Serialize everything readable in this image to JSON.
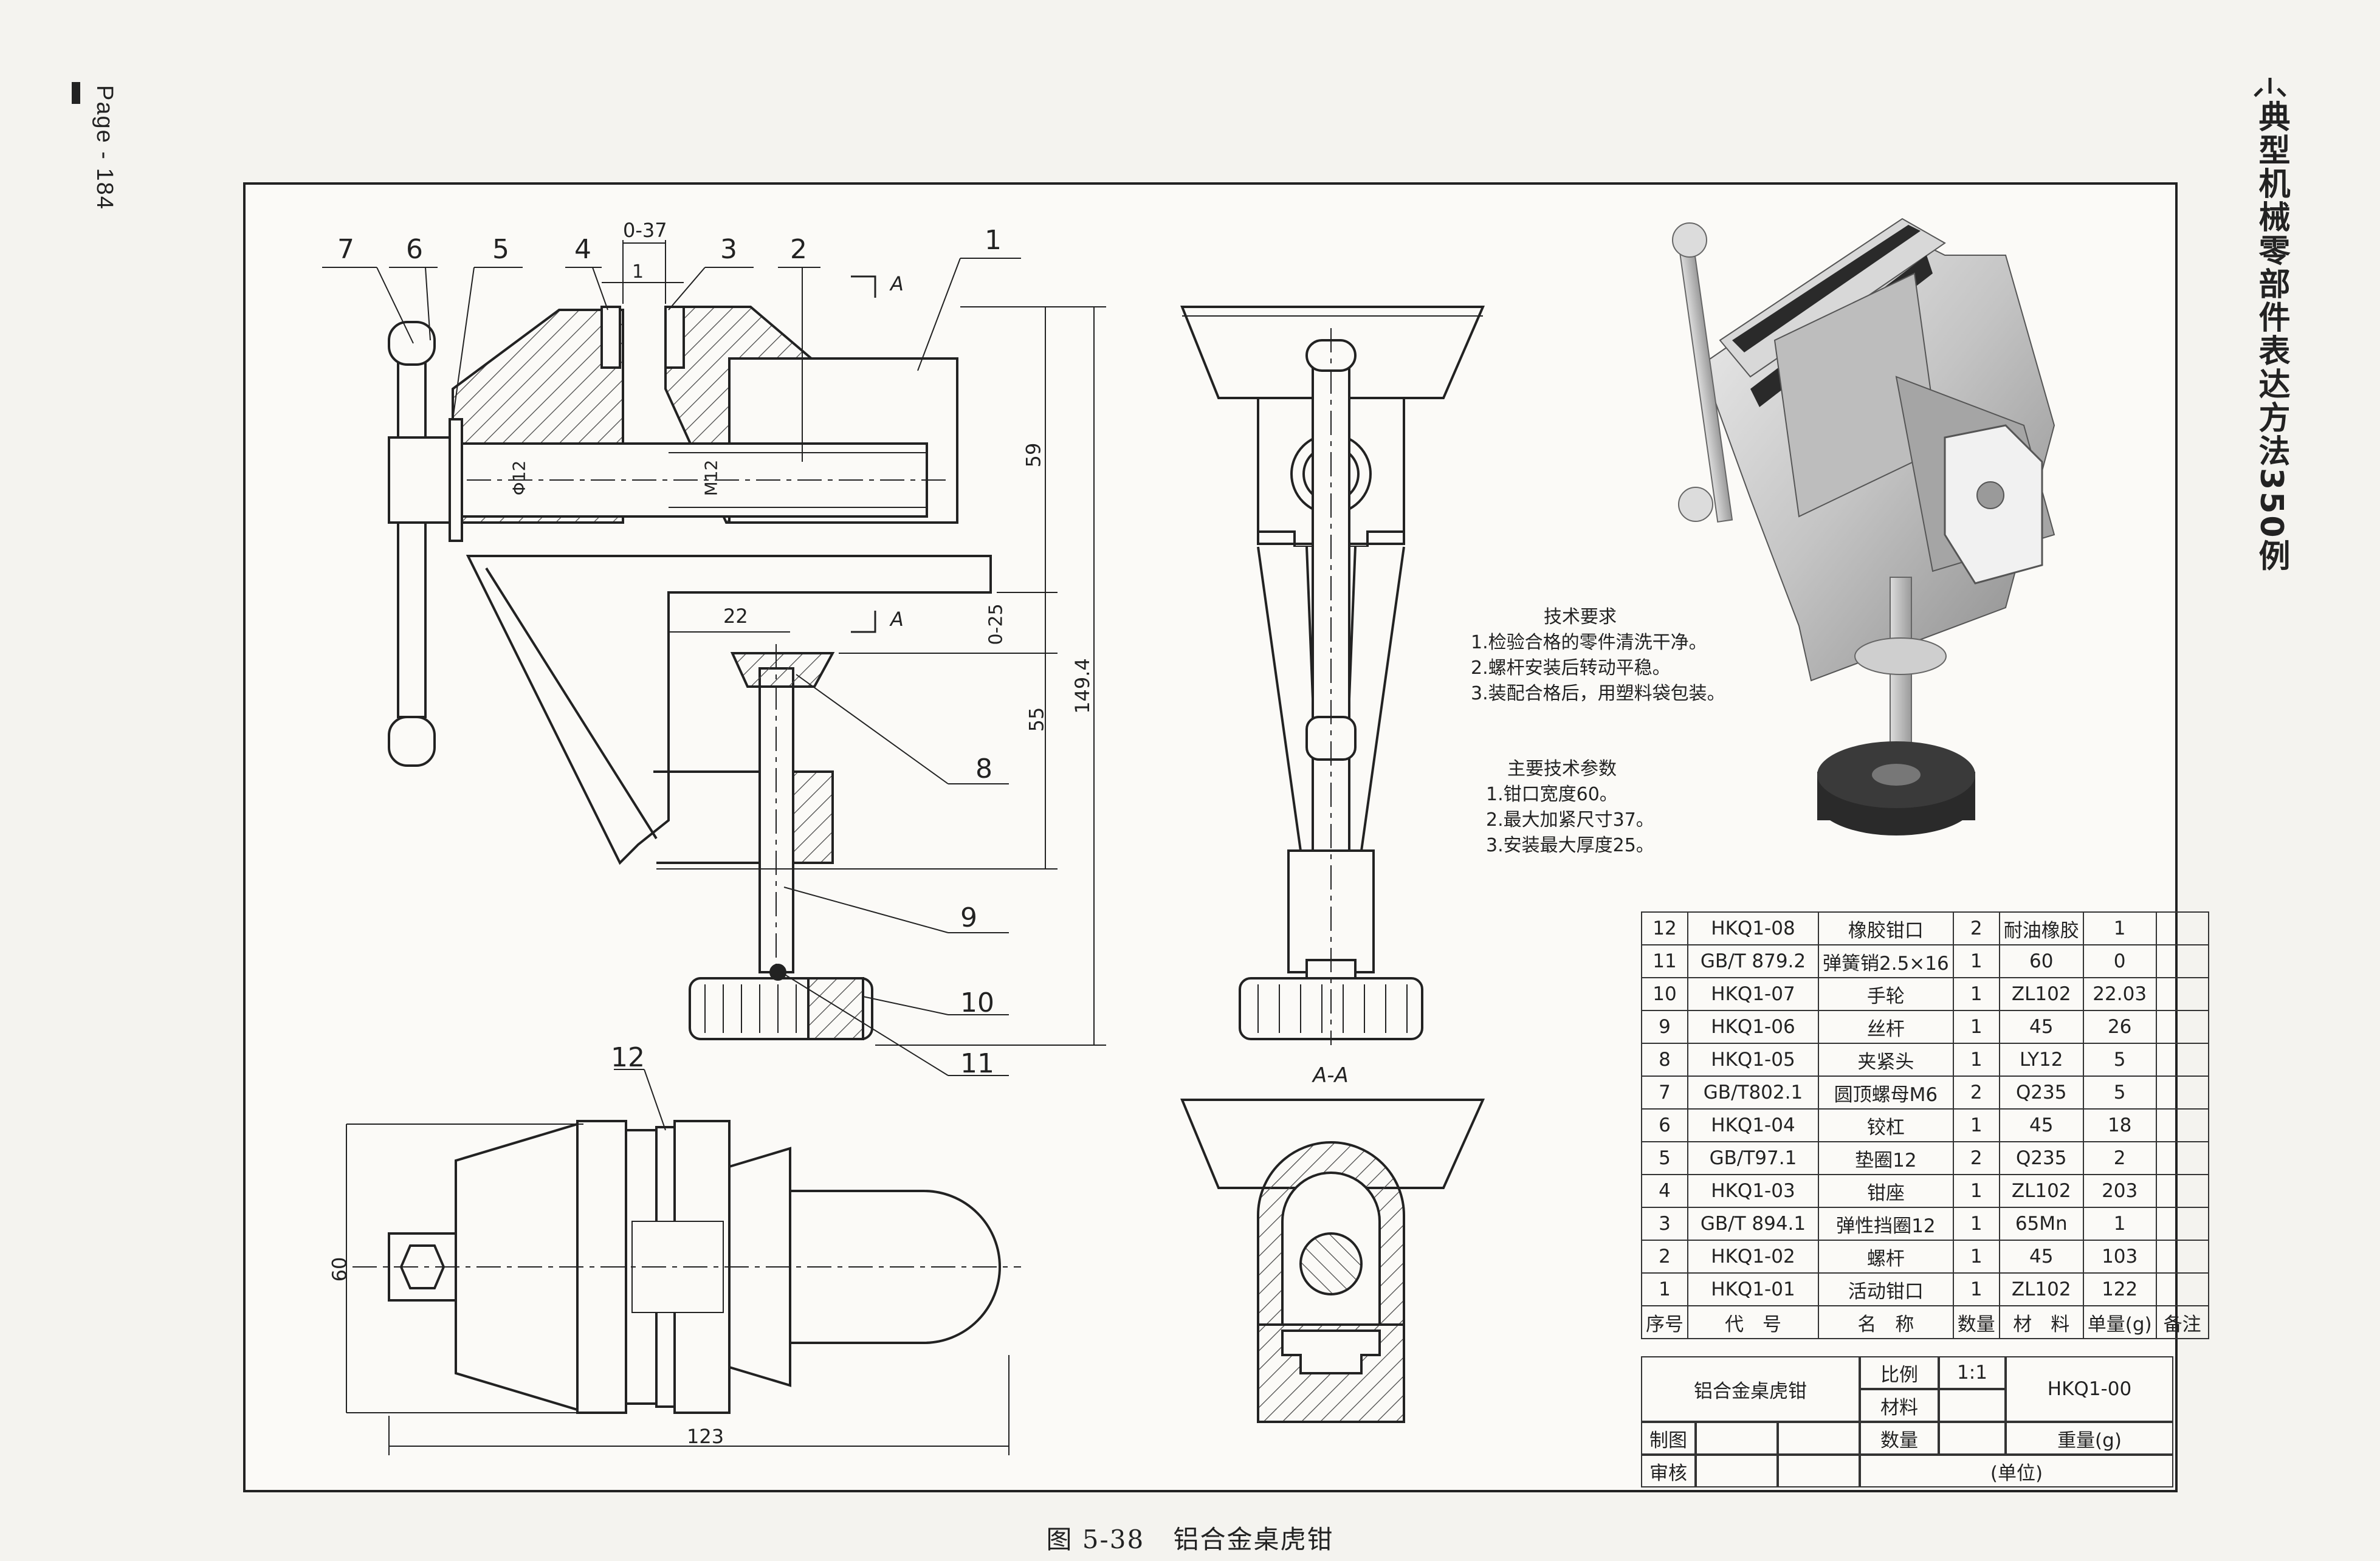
{
  "page": {
    "label": "Page - 184"
  },
  "book": {
    "title": "典型机械零部件表达方法350例"
  },
  "caption": {
    "figure": "图 5-38",
    "name": "铝合金桌虎钳"
  },
  "callouts": [
    "1",
    "2",
    "3",
    "4",
    "5",
    "6",
    "7",
    "8",
    "9",
    "10",
    "11",
    "12"
  ],
  "dimensions": {
    "d_0_37": "0-37",
    "d_1": "1",
    "d_59": "59",
    "d_0_25": "0-25",
    "d_22": "22",
    "d_55": "55",
    "d_149_4": "149.4",
    "d_phi12": "Φ12",
    "d_m12": "M12",
    "d_60": "60",
    "d_123": "123",
    "section_mark": "A",
    "section_title": "A-A"
  },
  "tech_requirements": {
    "heading": "技术要求",
    "items": [
      "1.检验合格的零件清洗干净。",
      "2.螺杆安装后转动平稳。",
      "3.装配合格后，用塑料袋包装。"
    ]
  },
  "tech_params": {
    "heading": "主要技术参数",
    "items": [
      "1.钳口宽度60。",
      "2.最大加紧尺寸37。",
      "3.安装最大厚度25。"
    ]
  },
  "bom": {
    "rows": [
      [
        "12",
        "HKQ1-08",
        "橡胶钳口",
        "2",
        "耐油橡胶",
        "1",
        ""
      ],
      [
        "11",
        "GB/T 879.2",
        "弹簧销2.5×16",
        "1",
        "60",
        "0",
        ""
      ],
      [
        "10",
        "HKQ1-07",
        "手轮",
        "1",
        "ZL102",
        "22.03",
        ""
      ],
      [
        "9",
        "HKQ1-06",
        "丝杆",
        "1",
        "45",
        "26",
        ""
      ],
      [
        "8",
        "HKQ1-05",
        "夹紧头",
        "1",
        "LY12",
        "5",
        ""
      ],
      [
        "7",
        "GB/T802.1",
        "圆顶螺母M6",
        "2",
        "Q235",
        "5",
        ""
      ],
      [
        "6",
        "HKQ1-04",
        "铰杠",
        "1",
        "45",
        "18",
        ""
      ],
      [
        "5",
        "GB/T97.1",
        "垫圈12",
        "2",
        "Q235",
        "2",
        ""
      ],
      [
        "4",
        "HKQ1-03",
        "钳座",
        "1",
        "ZL102",
        "203",
        ""
      ],
      [
        "3",
        "GB/T 894.1",
        "弹性挡圈12",
        "1",
        "65Mn",
        "1",
        ""
      ],
      [
        "2",
        "HKQ1-02",
        "螺杆",
        "1",
        "45",
        "103",
        ""
      ],
      [
        "1",
        "HKQ1-01",
        "活动钳口",
        "1",
        "ZL102",
        "122",
        ""
      ]
    ],
    "header": [
      "序号",
      "代　号",
      "名　称",
      "数量",
      "材　料",
      "单量(g)",
      "备注"
    ]
  },
  "title_block": {
    "name": "铝合金桌虎钳",
    "scale_label": "比例",
    "scale_value": "1:1",
    "material_label": "材料",
    "drawing_no": "HKQ1-00",
    "drawn_label": "制图",
    "check_label": "审核",
    "qty_label": "数量",
    "weight_label": "重量(g)",
    "unit_label": "(单位)"
  },
  "colors": {
    "line": "#222222",
    "hatch": "#444444",
    "render_body": "#c8c8c8",
    "render_dark": "#2a2a2a"
  }
}
